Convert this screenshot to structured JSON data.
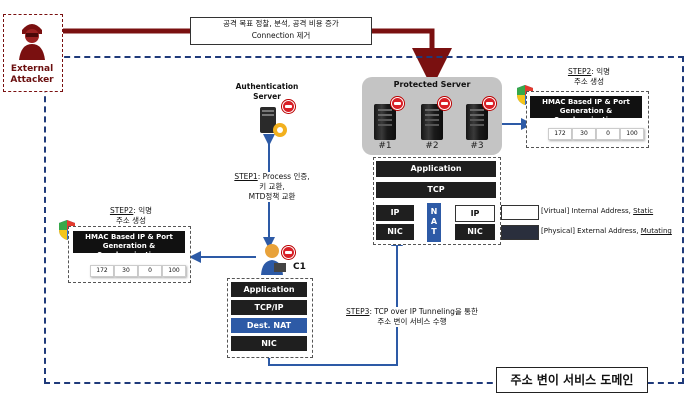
{
  "external_attacker": {
    "label_line1": "External",
    "label_line2": "Attacker"
  },
  "attack_note": {
    "line1": "공격 목표 정찰, 분석, 공격 비용 증가",
    "line2": "Connection 제거"
  },
  "auth_server": {
    "line1": "Authentication",
    "line2": "Server"
  },
  "protected_server": {
    "label": "Protected Server",
    "numbers": [
      "#1",
      "#2",
      "#3"
    ]
  },
  "step1": {
    "step": "STEP1",
    "line1": ": Process 인증,",
    "line2": "키 교환,",
    "line3": "MTD정책 교환"
  },
  "step2_right": {
    "step": "STEP2",
    "line1": ": 익명",
    "line2": "주소 생성"
  },
  "step2_left": {
    "step": "STEP2",
    "line1": ": 익명",
    "line2": "주소 생성"
  },
  "step3": {
    "step": "STEP3",
    "line1": ": TCP over IP Tunneling을 통한",
    "line2": "주소 변이 서비스 수행"
  },
  "hmac": {
    "line1": "HMAC Based IP & Port",
    "line2": "Generation & Synchronization"
  },
  "hmac_values": [
    "172",
    "30",
    "0",
    "100"
  ],
  "server_stack": {
    "application": "Application",
    "tcp": "TCP",
    "ip": "IP",
    "nic": "NIC",
    "nat": [
      "N",
      "A",
      "T"
    ],
    "ip_right": "IP",
    "nic_right": "NIC"
  },
  "client_stack": {
    "application": "Application",
    "tcpip": "TCP/IP",
    "dest_nat": "Dest. NAT",
    "nic": "NIC"
  },
  "client_label": "C1",
  "legend": {
    "virtual_prefix": "[Virtual] Internal Address, ",
    "virtual_emph": "Static",
    "physical_prefix": "[Physical] External Address, ",
    "physical_emph": "Mutating"
  },
  "domain_label": "주소 변이 서비스 도메인",
  "colors": {
    "attack_arrow": "#7a1010",
    "domain_border": "#1f3a7a",
    "flow_arrow": "#2d5aa6",
    "dark_layer": "#1f1f1f",
    "nat_blue": "#2d5aa6",
    "alert_red": "#d91f26"
  }
}
